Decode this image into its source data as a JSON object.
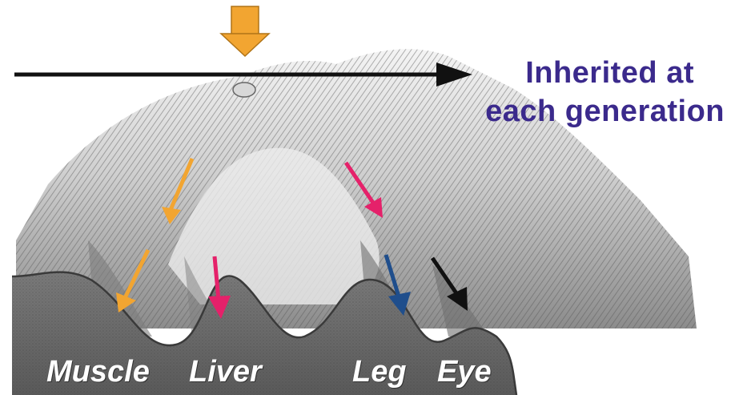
{
  "diagram": {
    "caption_lines": [
      "Inherited at",
      "each generation"
    ],
    "valley_labels": [
      "Muscle",
      "Liver",
      "Leg",
      "Eye"
    ],
    "colors": {
      "caption": "#3b2a8c",
      "orange_arrow": "#f2a531",
      "pink_arrow": "#e5216a",
      "blue_arrow": "#1f4e8c",
      "black_arrow": "#111111",
      "label": "#ffffff"
    }
  }
}
